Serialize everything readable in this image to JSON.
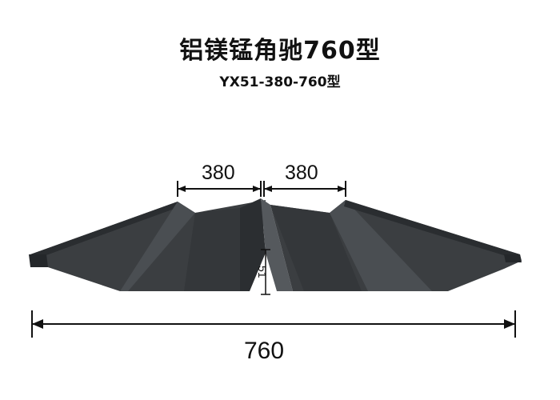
{
  "header": {
    "title": "铝镁锰角驰760型",
    "subtitle": "YX51-380-760型"
  },
  "dimensions": {
    "left_span": "380",
    "right_span": "380",
    "total_width": "760",
    "rib_height": "51"
  },
  "colors": {
    "panel_top": "#3b3e41",
    "panel_dark": "#24272a",
    "panel_light": "#54585c",
    "dimension_line": "#111111"
  }
}
